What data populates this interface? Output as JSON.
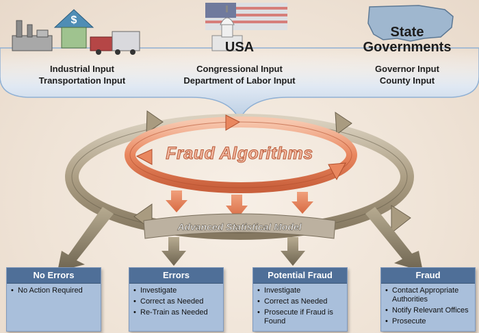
{
  "sources": {
    "industry": {
      "lines": [
        "Industrial Input",
        "Transportation Input"
      ]
    },
    "usa": {
      "title": "USA",
      "lines": [
        "Congressional Input",
        "Department of Labor Input"
      ]
    },
    "states": {
      "title_line1": "State",
      "title_line2": "Governments",
      "lines": [
        "Governor Input",
        "County Input"
      ]
    }
  },
  "center": {
    "algorithms_label": "Fraud Algorithms",
    "model_label": "Advanced Statistical Model"
  },
  "outcomes": [
    {
      "title": "No Errors",
      "items": [
        "No Action Required"
      ]
    },
    {
      "title": "Errors",
      "items": [
        "Investigate",
        "Correct as Needed",
        "Re-Train as Needed"
      ]
    },
    {
      "title": "Potential Fraud",
      "items": [
        "Investigate",
        "Correct as Needed",
        "Prosecute if Fraud is Found"
      ]
    },
    {
      "title": "Fraud",
      "items": [
        "Contact Appropriate Authorities",
        "Notify Relevant Offices",
        "Prosecute"
      ]
    }
  ],
  "colors": {
    "input_band": "#c9d8ea",
    "outer_ring": "#b7ab93",
    "inner_ring": "#e7845f",
    "box_header": "#4f6f98",
    "box_body": "#a9bfdb"
  },
  "icons": [
    "factory-icon",
    "dollar-house-icon",
    "truck-icon",
    "flag-icon",
    "capitol-icon",
    "us-map-icon"
  ]
}
